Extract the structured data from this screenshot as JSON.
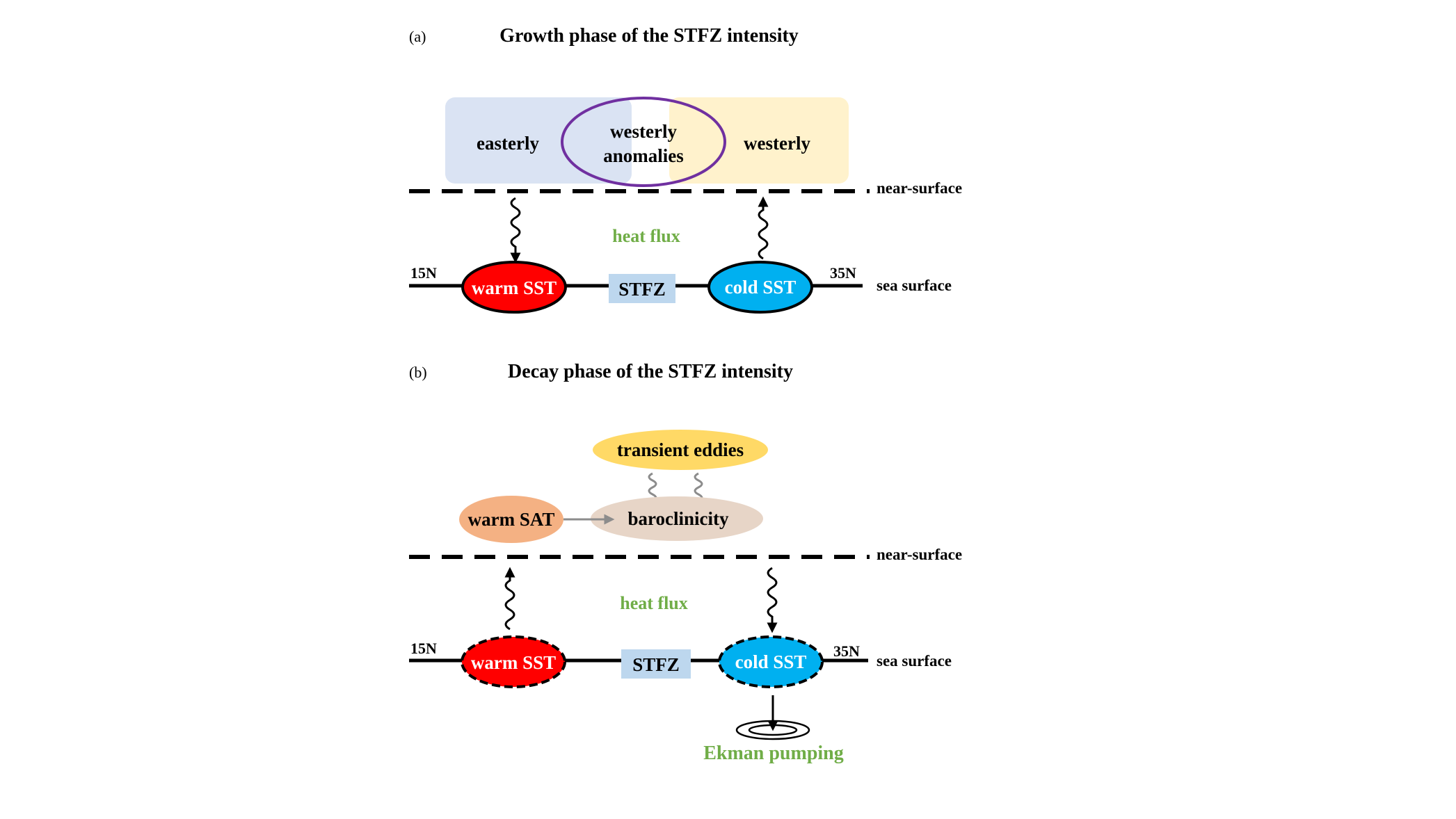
{
  "panel_a": {
    "label": "(a)",
    "title": "Growth phase of the STFZ intensity",
    "easterly": "easterly",
    "westerly_anomalies_line1": "westerly",
    "westerly_anomalies_line2": "anomalies",
    "westerly": "westerly",
    "near_surface": "near-surface",
    "heat_flux": "heat flux",
    "lat_left": "15N",
    "lat_right": "35N",
    "warm_sst": "warm SST",
    "stfz": "STFZ",
    "cold_sst": "cold SST",
    "sea_surface": "sea surface"
  },
  "panel_b": {
    "label": "(b)",
    "title": "Decay phase of the STFZ intensity",
    "transient_eddies": "transient eddies",
    "warm_sat": "warm SAT",
    "baroclinicity": "baroclinicity",
    "near_surface": "near-surface",
    "heat_flux": "heat flux",
    "lat_left": "15N",
    "lat_right": "35N",
    "warm_sst": "warm SST",
    "stfz": "STFZ",
    "cold_sst": "cold SST",
    "sea_surface": "sea surface",
    "ekman_pumping": "Ekman pumping"
  },
  "colors": {
    "easterly_box": "#dae3f3",
    "westerly_box": "#fff2cc",
    "anomaly_ring": "#7030a0",
    "warm_sst": "#ff0000",
    "cold_sst": "#00b0f0",
    "stfz_box": "#bdd7ee",
    "heat_flux_text": "#70ad47",
    "transient_eddies": "#ffd966",
    "warm_sat": "#f4b183",
    "baroclinicity": "#e7d5c7",
    "ekman_text": "#70ad47"
  }
}
